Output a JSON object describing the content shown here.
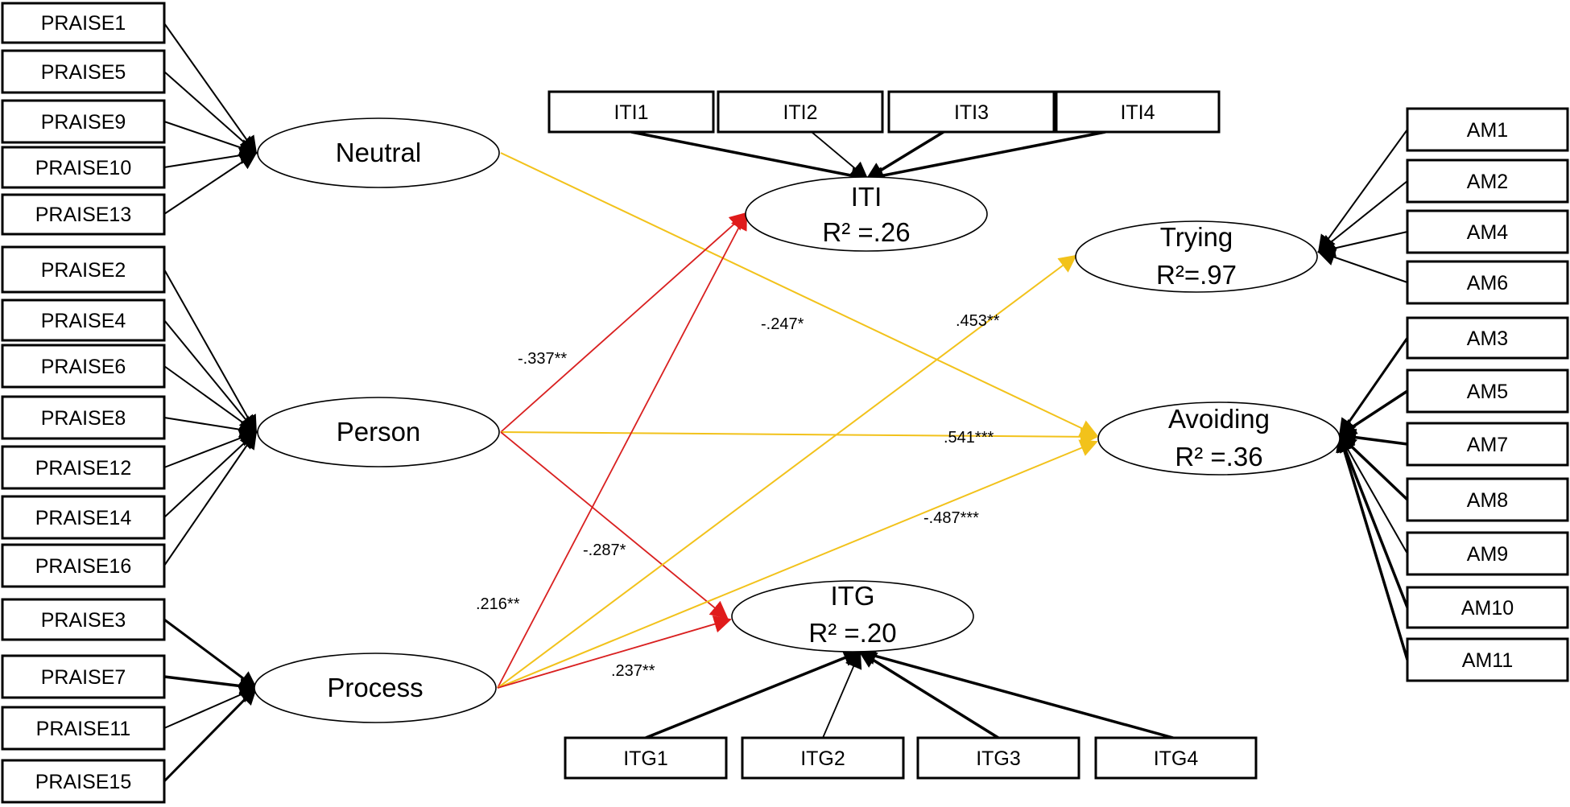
{
  "indicators": {
    "PRAISE1": "PRAISE1",
    "PRAISE5": "PRAISE5",
    "PRAISE9": "PRAISE9",
    "PRAISE10": "PRAISE10",
    "PRAISE13": "PRAISE13",
    "PRAISE2": "PRAISE2",
    "PRAISE4": "PRAISE4",
    "PRAISE6": "PRAISE6",
    "PRAISE8": "PRAISE8",
    "PRAISE12": "PRAISE12",
    "PRAISE14": "PRAISE14",
    "PRAISE16": "PRAISE16",
    "PRAISE3": "PRAISE3",
    "PRAISE7": "PRAISE7",
    "PRAISE11": "PRAISE11",
    "PRAISE15": "PRAISE15",
    "ITI1": "ITI1",
    "ITI2": "ITI2",
    "ITI3": "ITI3",
    "ITI4": "ITI4",
    "ITG1": "ITG1",
    "ITG2": "ITG2",
    "ITG3": "ITG3",
    "ITG4": "ITG4",
    "AM1": "AM1",
    "AM2": "AM2",
    "AM4": "AM4",
    "AM6": "AM6",
    "AM3": "AM3",
    "AM5": "AM5",
    "AM7": "AM7",
    "AM8": "AM8",
    "AM9": "AM9",
    "AM10": "AM10",
    "AM11": "AM11"
  },
  "latents": {
    "neutral": {
      "label": "Neutral"
    },
    "person": {
      "label": "Person"
    },
    "process": {
      "label": "Process"
    },
    "iti": {
      "label": "ITI",
      "r2": "R² =.26"
    },
    "itg": {
      "label": "ITG",
      "r2": "R² =.20"
    },
    "trying": {
      "label": "Trying",
      "r2": "R²=.97"
    },
    "avoiding": {
      "label": "Avoiding",
      "r2": "R² =.36"
    }
  },
  "paths": [
    {
      "from": "neutral",
      "to": "avoiding",
      "coef": "-.247*",
      "color": "#F2C21B"
    },
    {
      "from": "person",
      "to": "iti",
      "coef": "-.337**",
      "color": "#D92020"
    },
    {
      "from": "person",
      "to": "avoiding",
      "coef": ".541***",
      "color": "#F2C21B"
    },
    {
      "from": "person",
      "to": "itg",
      "coef": "-.287*",
      "color": "#D92020"
    },
    {
      "from": "process",
      "to": "iti",
      "coef": ".216**",
      "color": "#D92020"
    },
    {
      "from": "process",
      "to": "trying",
      "coef": ".453**",
      "color": "#F2C21B"
    },
    {
      "from": "process",
      "to": "avoiding",
      "coef": "-.487***",
      "color": "#F2C21B"
    },
    {
      "from": "process",
      "to": "itg",
      "coef": ".237**",
      "color": "#D92020"
    }
  ]
}
